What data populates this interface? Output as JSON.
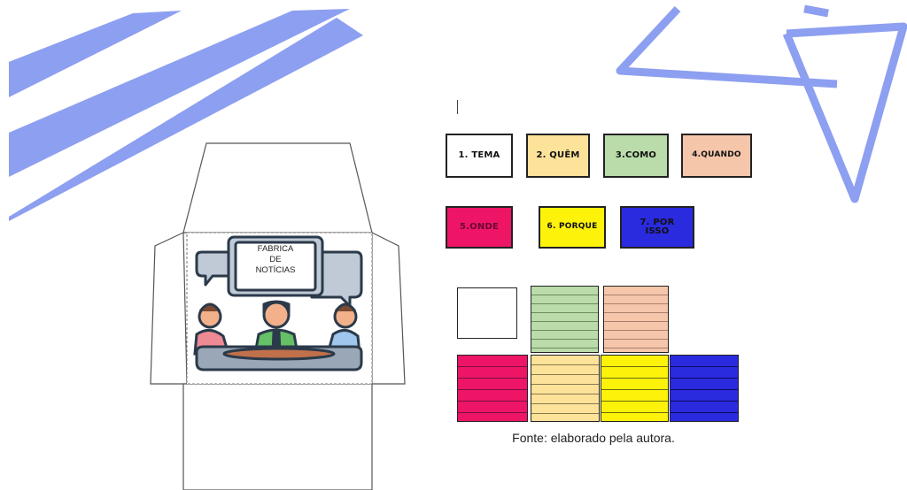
{
  "colors": {
    "deco_blue": "#8d9ff0",
    "tema": "#ffffff",
    "quem": "#fde29a",
    "como": "#b9dcaa",
    "quando": "#f6c6ab",
    "onde": "#ee1566",
    "porque": "#fcf20a",
    "por_isso": "#2a2adf",
    "ink": "#222222"
  },
  "envelope": {
    "board_text": [
      "FABRICA",
      "DE",
      "NOTÍCIAS"
    ],
    "icon": "meeting-table-icon"
  },
  "labels": [
    {
      "id": "tema",
      "text": "1. TEMA"
    },
    {
      "id": "quem",
      "text": "2. QUÊM"
    },
    {
      "id": "como",
      "text": "3.COMO"
    },
    {
      "id": "quando",
      "text": "4.QUANDO"
    },
    {
      "id": "onde",
      "text": "5.ONDE"
    },
    {
      "id": "porque",
      "text": "6. PORQUE"
    },
    {
      "id": "por_isso",
      "text": "7. POR ISSO"
    }
  ],
  "caption": "Fonte: elaborado pela autora."
}
